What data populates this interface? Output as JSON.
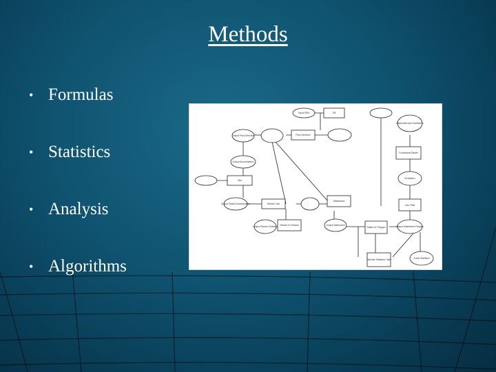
{
  "slide": {
    "title": "Methods",
    "bullets": [
      "Formulas",
      "Statistics",
      "Analysis",
      "Algorithms"
    ],
    "bullet_glyph": "•"
  },
  "diagram": {
    "labels": {
      "b1": "Fill",
      "b2": "Flow Direction",
      "b3": "Watershed and Subbasins",
      "b4": "Conditional Raster",
      "b5": "Derivation",
      "b6": "Dist",
      "b7": "Stream Link",
      "b8": "Watershed",
      "b9": "Join Field",
      "b10": "Stream to Feature",
      "b11": "Raster to Polygon",
      "b12": "Tabulate Statistics Table",
      "o1": "Input DEM",
      "o2": "Output Flow Direction",
      "o3": "Output Accumulation",
      "o4": "Output Raster Accumulation",
      "o5": "Output Stream Features",
      "o6": "Output Watershed",
      "o7": "Output Watershed Polygon",
      "o8": "Zonal Statistics"
    }
  },
  "colors": {
    "background": "#0f5370",
    "text": "#ffffff",
    "diagram_bg": "#ffffff"
  }
}
